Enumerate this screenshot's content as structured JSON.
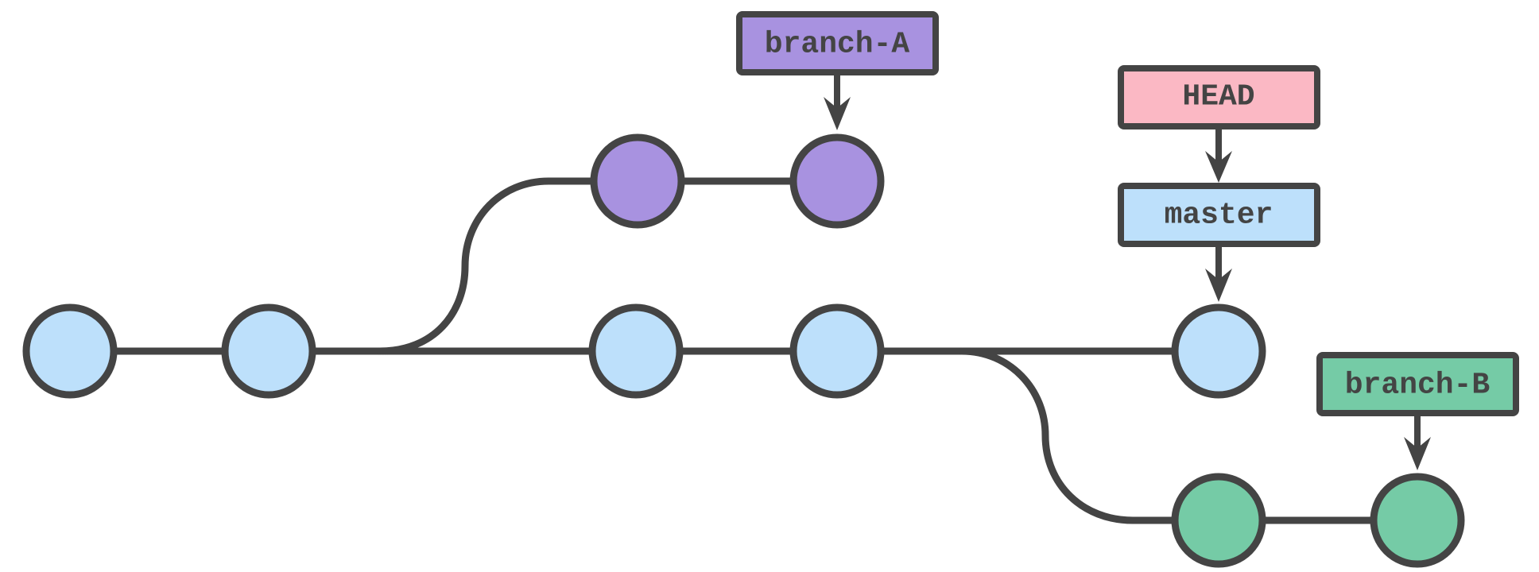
{
  "colors": {
    "main_commit": "#bde0fb",
    "branch_a_commit": "#a892e0",
    "branch_b_commit": "#75cba6",
    "outline": "#444444",
    "head_label": "#fbb8c4",
    "master_label": "#bde0fb",
    "branch_a_label": "#a892e0",
    "branch_b_label": "#75cba6"
  },
  "labels": {
    "branch_a": "branch-A",
    "head": "HEAD",
    "master": "master",
    "branch_b": "branch-B"
  }
}
